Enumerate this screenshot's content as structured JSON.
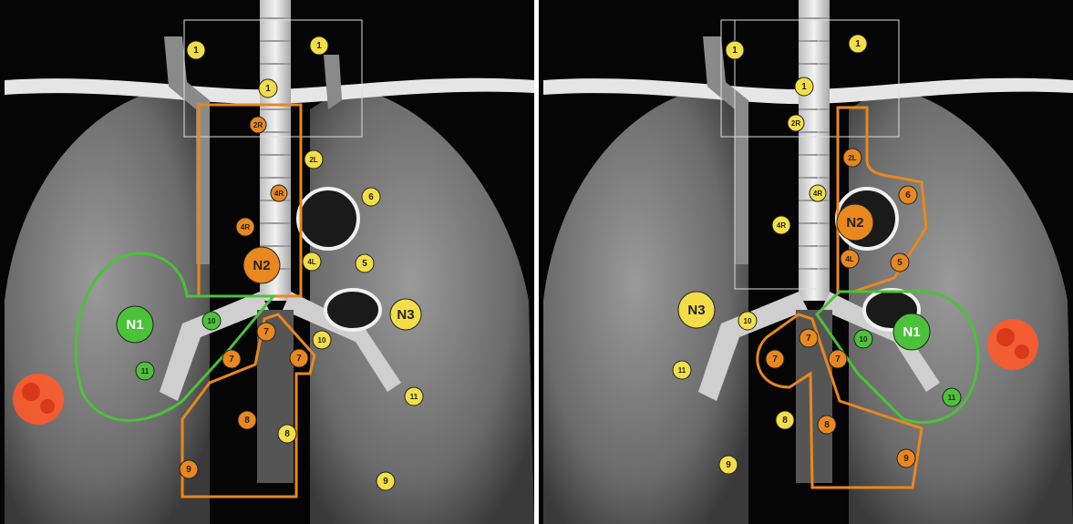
{
  "panels": [
    {
      "id": "left",
      "station_labels": [
        "1",
        "1",
        "1",
        "2R",
        "2L",
        "4R",
        "4R",
        "4L",
        "6",
        "5",
        "N1",
        "10",
        "11",
        "N2",
        "N3",
        "10",
        "7",
        "7",
        "7",
        "8",
        "8",
        "9",
        "9",
        "11"
      ],
      "n1_label": "N1",
      "n2_label": "N2",
      "n3_label": "N3"
    },
    {
      "id": "right",
      "station_labels": [
        "1",
        "1",
        "1",
        "2R",
        "2L",
        "4R",
        "4R",
        "4L",
        "6",
        "5",
        "N2",
        "N3",
        "10",
        "11",
        "N1",
        "10",
        "11",
        "7",
        "7",
        "7",
        "8",
        "8",
        "9",
        "9"
      ],
      "n1_label": "N1",
      "n2_label": "N2",
      "n3_label": "N3"
    }
  ],
  "colors": {
    "n1": "#4cc13a",
    "n2": "#f08c1c",
    "n3": "#f5e04a",
    "station_yellow": "#f3de48",
    "station_orange": "#e8881f",
    "tumor": "#ff5a2a",
    "lung": "#777777",
    "background": "#050505"
  }
}
